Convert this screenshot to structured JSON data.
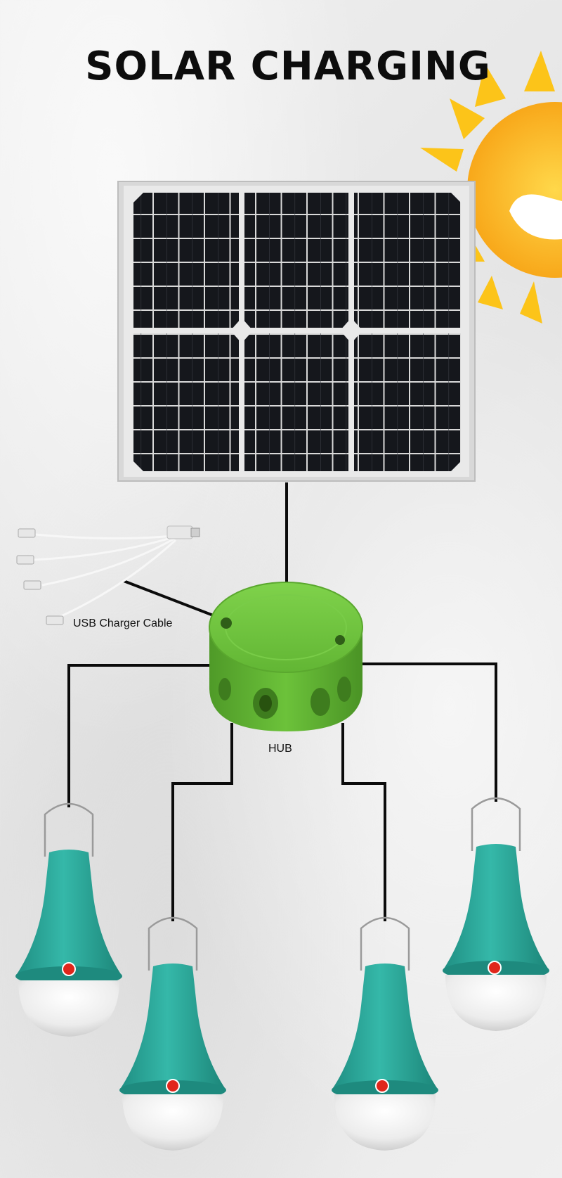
{
  "title": "SOLAR CHARGING",
  "labels": {
    "usb_cable": "USB Charger Cable",
    "hub": "HUB"
  },
  "colors": {
    "hub_green": "#6cc23a",
    "bulb_teal": "#2bab9d",
    "sun_yellow": "#fcc419",
    "panel_cell": "#111318",
    "wire": "#0b0b0b",
    "indicator_red": "#e0261b"
  },
  "icons": {
    "sun": "sun-icon",
    "panel": "solar-panel",
    "hub": "hub-box",
    "bulb": "lamp-bulb",
    "cable": "usb-cable"
  }
}
